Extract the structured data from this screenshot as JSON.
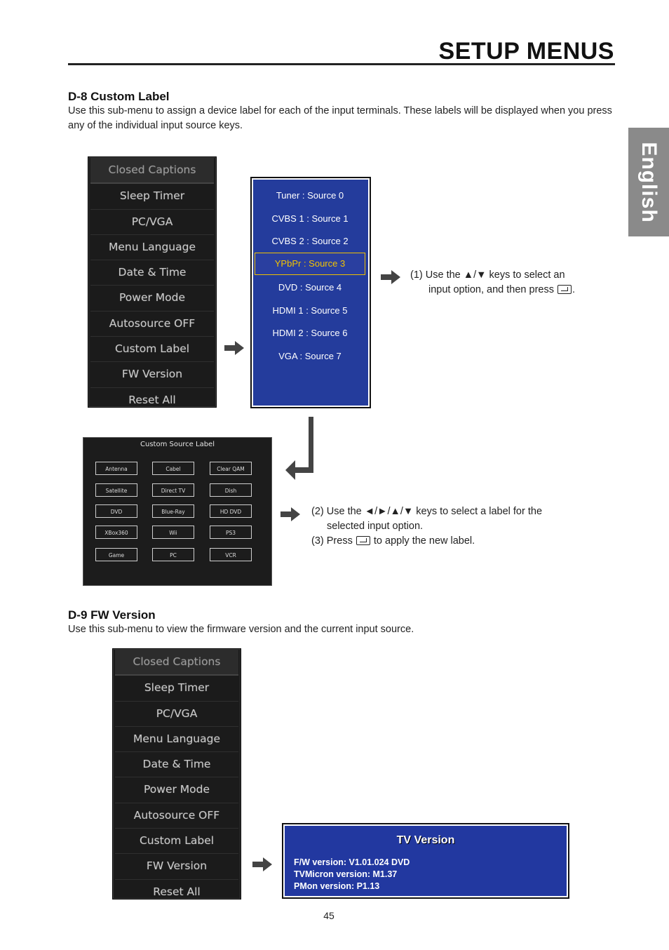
{
  "header": {
    "title": "SETUP MENUS",
    "language_tab": "English"
  },
  "section_d8": {
    "heading": "D-8  Custom Label",
    "body": "Use this sub-menu to assign a device label for each of the input terminals. These labels will be displayed when you press any of the individual input source keys."
  },
  "setup_menu": {
    "items": [
      "Closed Captions",
      "Sleep Timer",
      "PC/VGA",
      "Menu Language",
      "Date & Time",
      "Power Mode",
      "Autosource OFF",
      "Custom Label",
      "FW Version",
      "Reset All"
    ]
  },
  "source_list": {
    "items": [
      "Tuner : Source 0",
      "CVBS 1 : Source 1",
      "CVBS 2 : Source 2",
      "YPbPr : Source 3",
      "DVD : Source 4",
      "HDMI 1 : Source 5",
      "HDMI 2 : Source 6",
      "VGA : Source 7"
    ],
    "selected": "YPbPr : Source 3",
    "selected_color": "#f3c300"
  },
  "custom_label_panel": {
    "title": "Custom Source Label",
    "labels": [
      "Antenna",
      "Cabel",
      "Clear QAM",
      "Satellite",
      "Direct TV",
      "Dish",
      "DVD",
      "Blue-Ray",
      "HD DVD",
      "XBox360",
      "Wii",
      "PS3",
      "Game",
      "PC",
      "VCR"
    ]
  },
  "instructions": {
    "step1_a": "(1) Use the ▲/▼ keys to select an",
    "step1_b": "input option, and then press",
    "step1_end": ".",
    "step2_a": "(2) Use the ◄/►/▲/▼ keys to select a label for the",
    "step2_b": "selected input option.",
    "step3_a": "(3) Press",
    "step3_b": "to apply the new label."
  },
  "section_d9": {
    "heading": "D-9  FW Version",
    "body": "Use this sub-menu to view the firmware version and the current input source."
  },
  "tv_version": {
    "title": "TV Version",
    "lines": [
      "F/W version: V1.01.024 DVD",
      "TVMicron version: M1.37",
      "PMon version: P1.13"
    ]
  },
  "page_number": "45",
  "icons": {
    "arrow": "right-arrow-icon",
    "enter": "enter-key-icon",
    "bend": "bent-arrow-icon"
  }
}
